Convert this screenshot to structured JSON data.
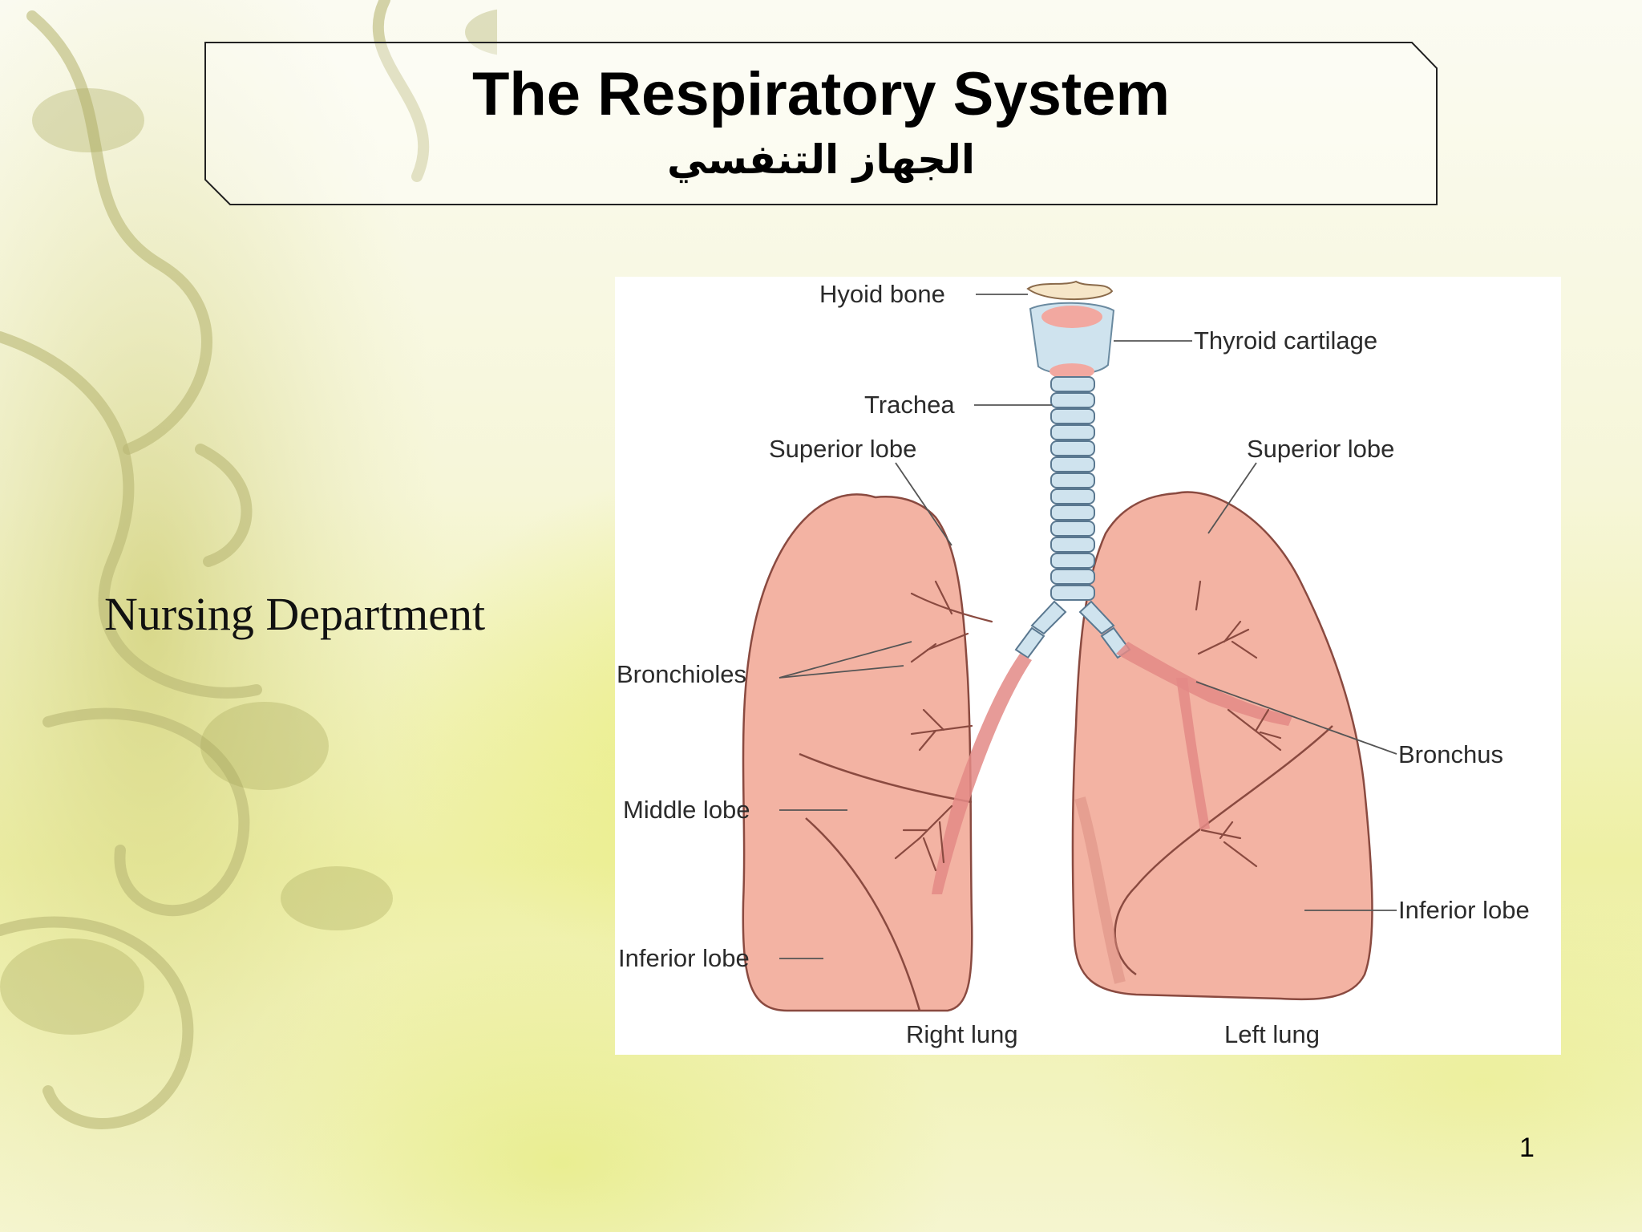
{
  "slide": {
    "title_en": "The Respiratory System",
    "title_ar": "الجهاز التنفسي",
    "subtitle": "Nursing Department",
    "page_number": "1"
  },
  "diagram": {
    "labels": {
      "hyoid_bone": "Hyoid bone",
      "thyroid_cartilage": "Thyroid cartilage",
      "trachea": "Trachea",
      "superior_lobe_right": "Superior lobe",
      "superior_lobe_left": "Superior lobe",
      "bronchioles": "Bronchioles",
      "bronchus": "Bronchus",
      "middle_lobe": "Middle lobe",
      "inferior_lobe_right": "Inferior lobe",
      "inferior_lobe_left": "Inferior lobe",
      "right_lung": "Right lung",
      "left_lung": "Left lung"
    }
  },
  "colors": {
    "lung_fill": "#f3b3a3",
    "lung_stroke": "#8a4a40",
    "bronchus_fill": "#e38a86",
    "trachea_fill": "#cfe3ee",
    "background_accent": "#e6ea5a"
  }
}
